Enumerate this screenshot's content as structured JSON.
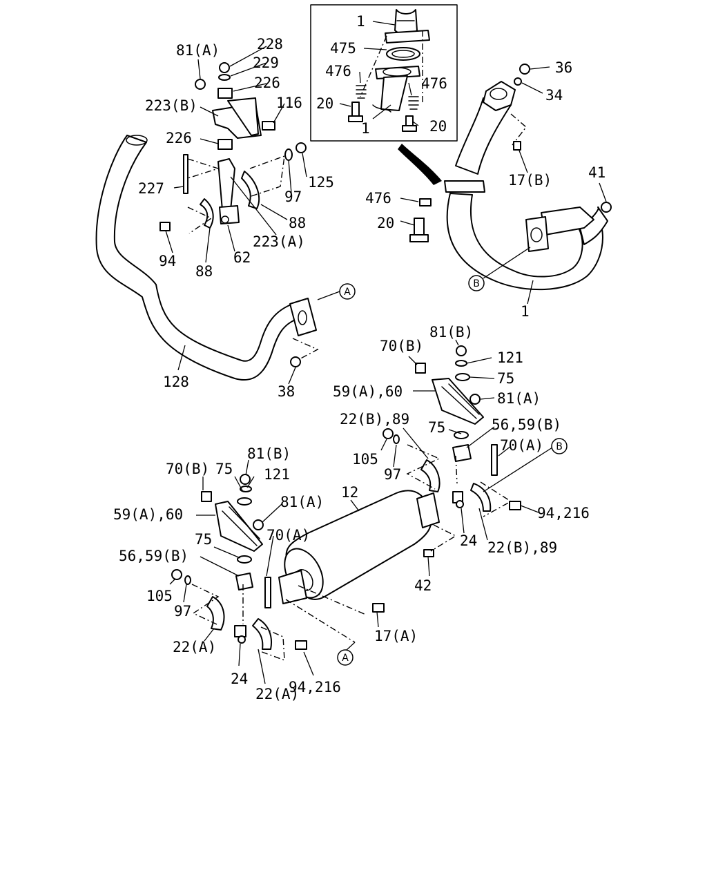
{
  "diagram": {
    "type": "exploded parts diagram",
    "labels": [
      {
        "id": "l_1_top",
        "text": "1"
      },
      {
        "id": "l_475",
        "text": "475"
      },
      {
        "id": "l_476_a",
        "text": "476"
      },
      {
        "id": "l_476_b",
        "text": "476"
      },
      {
        "id": "l_20_a",
        "text": "20"
      },
      {
        "id": "l_1_inset",
        "text": "1"
      },
      {
        "id": "l_20_b",
        "text": "20"
      },
      {
        "id": "l_36",
        "text": "36"
      },
      {
        "id": "l_34",
        "text": "34"
      },
      {
        "id": "l_17b",
        "text": "17(B)"
      },
      {
        "id": "l_41",
        "text": "41"
      },
      {
        "id": "l_476_c",
        "text": "476"
      },
      {
        "id": "l_20_c",
        "text": "20"
      },
      {
        "id": "l_1_right",
        "text": "1"
      },
      {
        "id": "l_81a_top",
        "text": "81(A)"
      },
      {
        "id": "l_228",
        "text": "228"
      },
      {
        "id": "l_229",
        "text": "229"
      },
      {
        "id": "l_226_a",
        "text": "226"
      },
      {
        "id": "l_223b",
        "text": "223(B)"
      },
      {
        "id": "l_116",
        "text": "116"
      },
      {
        "id": "l_226_b",
        "text": "226"
      },
      {
        "id": "l_125",
        "text": "125"
      },
      {
        "id": "l_227",
        "text": "227"
      },
      {
        "id": "l_97_top",
        "text": "97"
      },
      {
        "id": "l_88_a",
        "text": "88"
      },
      {
        "id": "l_223a",
        "text": "223(A)"
      },
      {
        "id": "l_94",
        "text": "94"
      },
      {
        "id": "l_88_b",
        "text": "88"
      },
      {
        "id": "l_62",
        "text": "62"
      },
      {
        "id": "l_128",
        "text": "128"
      },
      {
        "id": "l_38",
        "text": "38"
      },
      {
        "id": "l_81b_r",
        "text": "81(B)"
      },
      {
        "id": "l_70b_r",
        "text": "70(B)"
      },
      {
        "id": "l_121_r",
        "text": "121"
      },
      {
        "id": "l_75_r1",
        "text": "75"
      },
      {
        "id": "l_59a60_r",
        "text": "59(A),60"
      },
      {
        "id": "l_81a_r",
        "text": "81(A)"
      },
      {
        "id": "l_22b89_r1",
        "text": "22(B),89"
      },
      {
        "id": "l_75_r2",
        "text": "75"
      },
      {
        "id": "l_5659b_r",
        "text": "56,59(B)"
      },
      {
        "id": "l_105_r",
        "text": "105"
      },
      {
        "id": "l_70a_r",
        "text": "70(A)"
      },
      {
        "id": "l_97_r",
        "text": "97"
      },
      {
        "id": "l_12",
        "text": "12"
      },
      {
        "id": "l_94216_r",
        "text": "94,216"
      },
      {
        "id": "l_24_r",
        "text": "24"
      },
      {
        "id": "l_22b89_r2",
        "text": "22(B),89"
      },
      {
        "id": "l_42",
        "text": "42"
      },
      {
        "id": "l_70b_l",
        "text": "70(B)"
      },
      {
        "id": "l_75_l1",
        "text": "75"
      },
      {
        "id": "l_81b_l",
        "text": "81(B)"
      },
      {
        "id": "l_121_l",
        "text": "121"
      },
      {
        "id": "l_81a_l",
        "text": "81(A)"
      },
      {
        "id": "l_59a60_l",
        "text": "59(A),60"
      },
      {
        "id": "l_70a_l",
        "text": "70(A)"
      },
      {
        "id": "l_75_l2",
        "text": "75"
      },
      {
        "id": "l_5659b_l",
        "text": "56,59(B)"
      },
      {
        "id": "l_105_l",
        "text": "105"
      },
      {
        "id": "l_97_l",
        "text": "97"
      },
      {
        "id": "l_22a_l1",
        "text": "22(A)"
      },
      {
        "id": "l_17a",
        "text": "17(A)"
      },
      {
        "id": "l_24_l",
        "text": "24"
      },
      {
        "id": "l_22a_l2",
        "text": "22(A)"
      },
      {
        "id": "l_94216_l",
        "text": "94,216"
      }
    ],
    "callouts": [
      {
        "id": "c_A_top",
        "text": "A"
      },
      {
        "id": "c_B_top",
        "text": "B"
      },
      {
        "id": "c_B_right",
        "text": "B"
      },
      {
        "id": "c_A_bottom",
        "text": "A"
      }
    ]
  }
}
